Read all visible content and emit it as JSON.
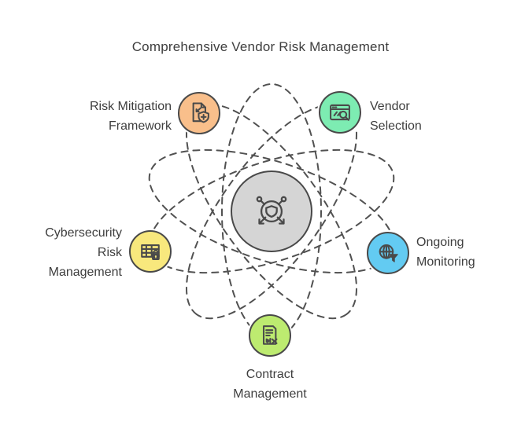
{
  "title": "Comprehensive Vendor Risk Management",
  "hub": {
    "name": "vendor-risk-management-hub",
    "icon": "shield-network-hub-icon",
    "fill": "#d5d5d5",
    "border": "#494949"
  },
  "orbits": {
    "count": 5,
    "stroke": "#515151",
    "style": "dashed"
  },
  "nodes": [
    {
      "id": "risk-mitigation-framework",
      "label": "Risk Mitigation Framework",
      "lines": [
        "Risk Mitigation",
        "Framework"
      ],
      "fill": "#f9bf8b",
      "icon": "document-shield-plus-icon"
    },
    {
      "id": "vendor-selection",
      "label": "Vendor Selection",
      "lines": [
        "Vendor",
        "Selection"
      ],
      "fill": "#7decb2",
      "icon": "browser-search-icon"
    },
    {
      "id": "cybersecurity-risk-management",
      "label": "Cybersecurity Risk Management",
      "lines": [
        "Cybersecurity",
        "Risk",
        "Management"
      ],
      "fill": "#f8e87d",
      "icon": "table-lock-icon"
    },
    {
      "id": "ongoing-monitoring",
      "label": "Ongoing Monitoring",
      "lines": [
        "Ongoing",
        "Monitoring"
      ],
      "fill": "#63cbf2",
      "icon": "globe-filter-icon"
    },
    {
      "id": "contract-management",
      "label": "Contract Management",
      "lines": [
        "Contract",
        "Management"
      ],
      "fill": "#bdeb70",
      "icon": "contract-signature-icon"
    }
  ],
  "colors": {
    "background": "#ffffff",
    "outline": "#4a4a4a",
    "text": "#3e3e3e"
  }
}
